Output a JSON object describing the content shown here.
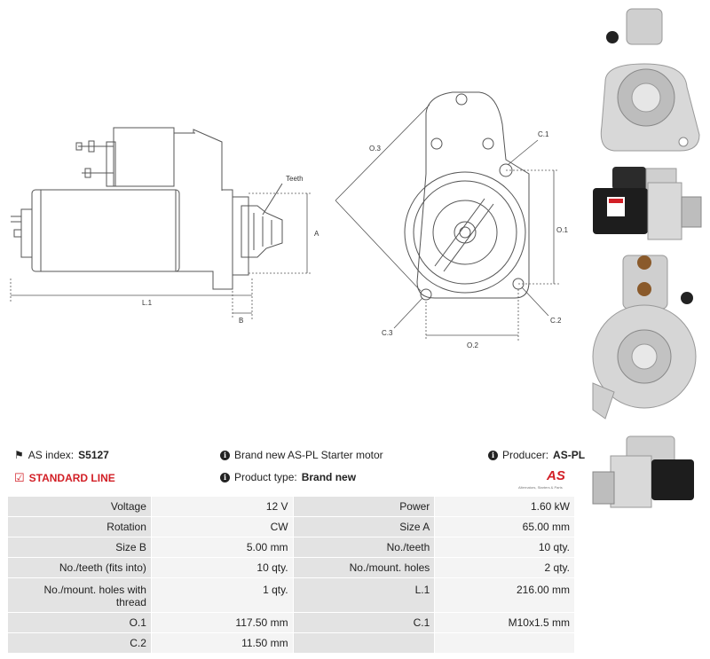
{
  "diagram": {
    "labels": {
      "teeth": "Teeth",
      "a": "A",
      "b": "B",
      "l1": "L.1",
      "o1": "O.1",
      "o2": "O.2",
      "o3": "O.3",
      "c1": "C.1",
      "c2": "C.2",
      "c3": "C.3"
    }
  },
  "info": {
    "as_index_label": "AS index:",
    "as_index_value": "S5127",
    "standard_line": "STANDARD LINE",
    "description": "Brand new AS-PL Starter motor",
    "product_type_label": "Product type:",
    "product_type_value": "Brand new",
    "producer_label": "Producer:",
    "producer_value": "AS-PL"
  },
  "logo": {
    "text": "AS",
    "tagline": "Alternators, Starters & Parts"
  },
  "specs": [
    {
      "l1": "Voltage",
      "v1": "12 V",
      "l2": "Power",
      "v2": "1.60 kW"
    },
    {
      "l1": "Rotation",
      "v1": "CW",
      "l2": "Size A",
      "v2": "65.00 mm"
    },
    {
      "l1": "Size B",
      "v1": "5.00 mm",
      "l2": "No./teeth",
      "v2": "10 qty."
    },
    {
      "l1": "No./teeth (fits into)",
      "v1": "10 qty.",
      "l2": "No./mount. holes",
      "v2": "2 qty."
    },
    {
      "l1": "No./mount. holes with thread",
      "v1": "1 qty.",
      "l2": "L.1",
      "v2": "216.00 mm"
    },
    {
      "l1": "O.1",
      "v1": "117.50 mm",
      "l2": "C.1",
      "v2": "M10x1.5 mm"
    },
    {
      "l1": "C.2",
      "v1": "11.50 mm",
      "l2": "",
      "v2": ""
    }
  ]
}
